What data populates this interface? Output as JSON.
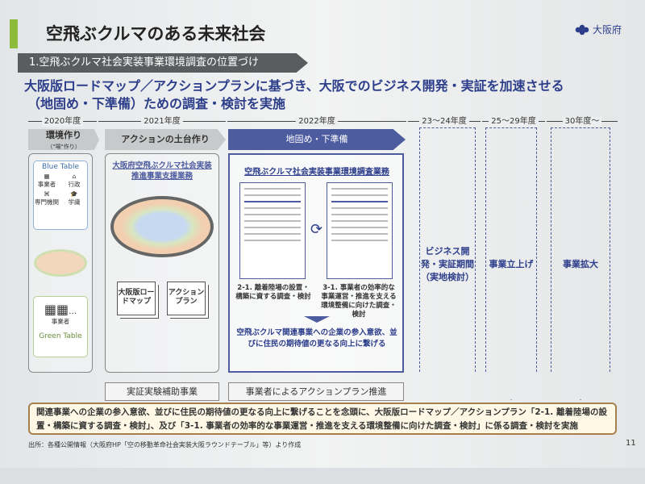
{
  "title": "空飛ぶクルマのある未来社会",
  "logo": "大阪府",
  "section": "1.空飛ぶクルマ社会実装事業環境調査の位置づけ",
  "headline": [
    "大阪版ロードマップ／アクションプランに基づき、大阪でのビジネス開発・実証を加速させる",
    "（地固め・下準備）ための調査・検討を実施"
  ],
  "timeline": [
    "2020年度",
    "2021年度",
    "2022年度",
    "23～24年度",
    "25～29年度",
    "30年度～"
  ],
  "phases": {
    "p2020": "環境作り",
    "p2020_sub": "（\"場\"作り）",
    "p2021": "アクションの土台作り",
    "p2022": "地固め・下準備"
  },
  "col2020": {
    "blue": "Blue Table",
    "items": [
      "事業者",
      "行政",
      "専門機関",
      "学識"
    ],
    "green_item": "事業者",
    "ellipsis": "…",
    "green": "Green Table"
  },
  "col2021": {
    "title": "大阪府空飛ぶクルマ社会実装推進事業支援業務",
    "out1": "大阪版ロードマップ",
    "out2": "アクションプラン",
    "bottom": "実証実験補助事業"
  },
  "col2022": {
    "title": "空飛ぶクルマ社会実装事業環境調査業務",
    "doc1": "2-1. 離着陸場の設置・構築に資する調査・検討",
    "doc2": "3-1. 事業者の効率的な事業運営・推進を支える環境整備に向けた調査・検討",
    "result": "空飛ぶクルマ関連事業への企業の参入意欲、並びに住民の期待値の更なる向上に繋げる",
    "bottom": "事業者によるアクションプラン推進"
  },
  "future": [
    "ビジネス開発・実証期間（実地検討）",
    "事業立上げ",
    "事業拡大"
  ],
  "summary": "関連事業への企業の参入意欲、並びに住民の期待値の更なる向上に繋げることを念頭に、大阪版ロードマップ／アクションプラン「2-1. 離着陸場の設置・構築に資する調査・検討」、及び「3-1. 事業者の効率的な事業運営・推進を支える環境整備に向けた調査・検討」に係る調査・検討を実施",
  "footnote": "出所：各種公開情報（大阪府HP「空の移動革命社会実装大阪ラウンドテーブル」等）より作成",
  "page": "11"
}
